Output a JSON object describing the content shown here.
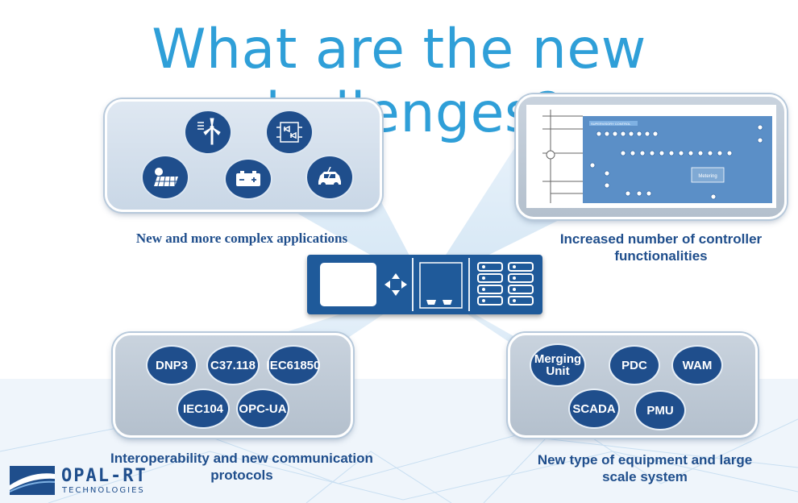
{
  "slide": {
    "title": "What are the new challenges?"
  },
  "panels": {
    "applications": {
      "caption": "New and more complex applications",
      "icons": [
        "wind-turbine-icon",
        "power-converter-icon",
        "solar-panel-icon",
        "battery-icon",
        "electric-car-icon"
      ]
    },
    "controller": {
      "caption": "Increased number of controller functionalities",
      "diagram_label": "Metering",
      "diagram_header": "SUPERVISORY CONTROL"
    },
    "protocols": {
      "caption": "Interoperability and new communication protocols",
      "items": [
        "DNP3",
        "C37.118",
        "IEC61850",
        "IEC104",
        "OPC-UA"
      ]
    },
    "equipment": {
      "caption": "New type of equipment and large scale system",
      "items": [
        "Merging Unit",
        "PDC",
        "WAM",
        "SCADA",
        "PMU"
      ]
    }
  },
  "logo": {
    "brand": "OPAL-RT",
    "sub": "TECHNOLOGIES"
  },
  "colors": {
    "title": "#2f9fd8",
    "navy": "#1f4e8c",
    "device": "#1f5a9a"
  }
}
